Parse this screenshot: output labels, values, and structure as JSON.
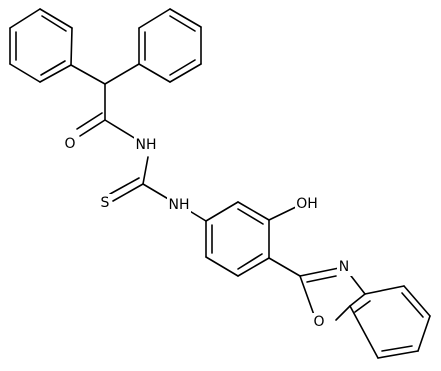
{
  "atoms": [
    {
      "key": "o_carbonyl",
      "text": "O"
    },
    {
      "key": "nh_amide",
      "text": "NH"
    },
    {
      "key": "s_thio",
      "text": "S"
    },
    {
      "key": "nh_aryl",
      "text": "NH"
    },
    {
      "key": "oh",
      "text": "OH"
    },
    {
      "key": "n_oxazole",
      "text": "N"
    },
    {
      "key": "o_oxazole",
      "text": "O"
    }
  ]
}
